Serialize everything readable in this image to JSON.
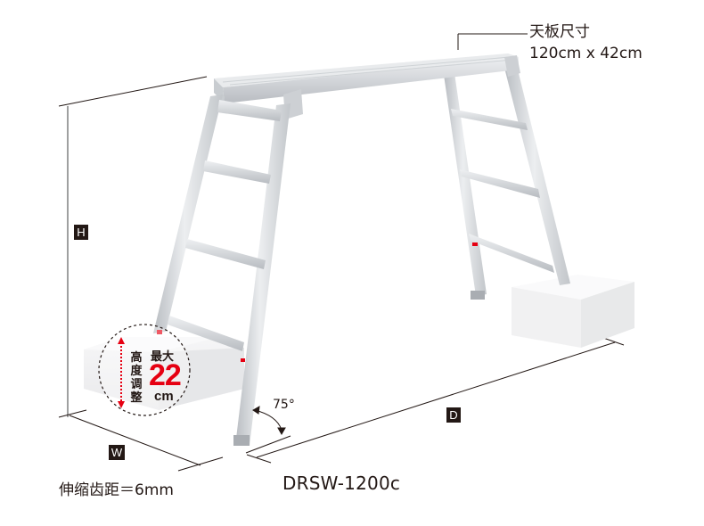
{
  "product": {
    "model": "DRSW-1200c",
    "platform_label": "天板尺寸",
    "platform_size": "120cm x 42cm",
    "pitch_label": "伸缩齿距＝6mm",
    "angle": "75°"
  },
  "dimensions": {
    "height_badge": "H",
    "width_badge": "W",
    "depth_badge": "D"
  },
  "adjustment": {
    "label_vertical": [
      "高",
      "度",
      "调",
      "整"
    ],
    "max_label": "最大",
    "max_value": "22",
    "unit": "cm",
    "accent_color": "#e60012"
  },
  "colors": {
    "badge_bg": "#231815",
    "line": "#231815",
    "aluminum": "#c9ccd0",
    "aluminum_light": "#e6e8ea",
    "box_face": "#f2f2f3",
    "box_top": "#f8f8f9",
    "box_side": "#e4e5e7"
  }
}
